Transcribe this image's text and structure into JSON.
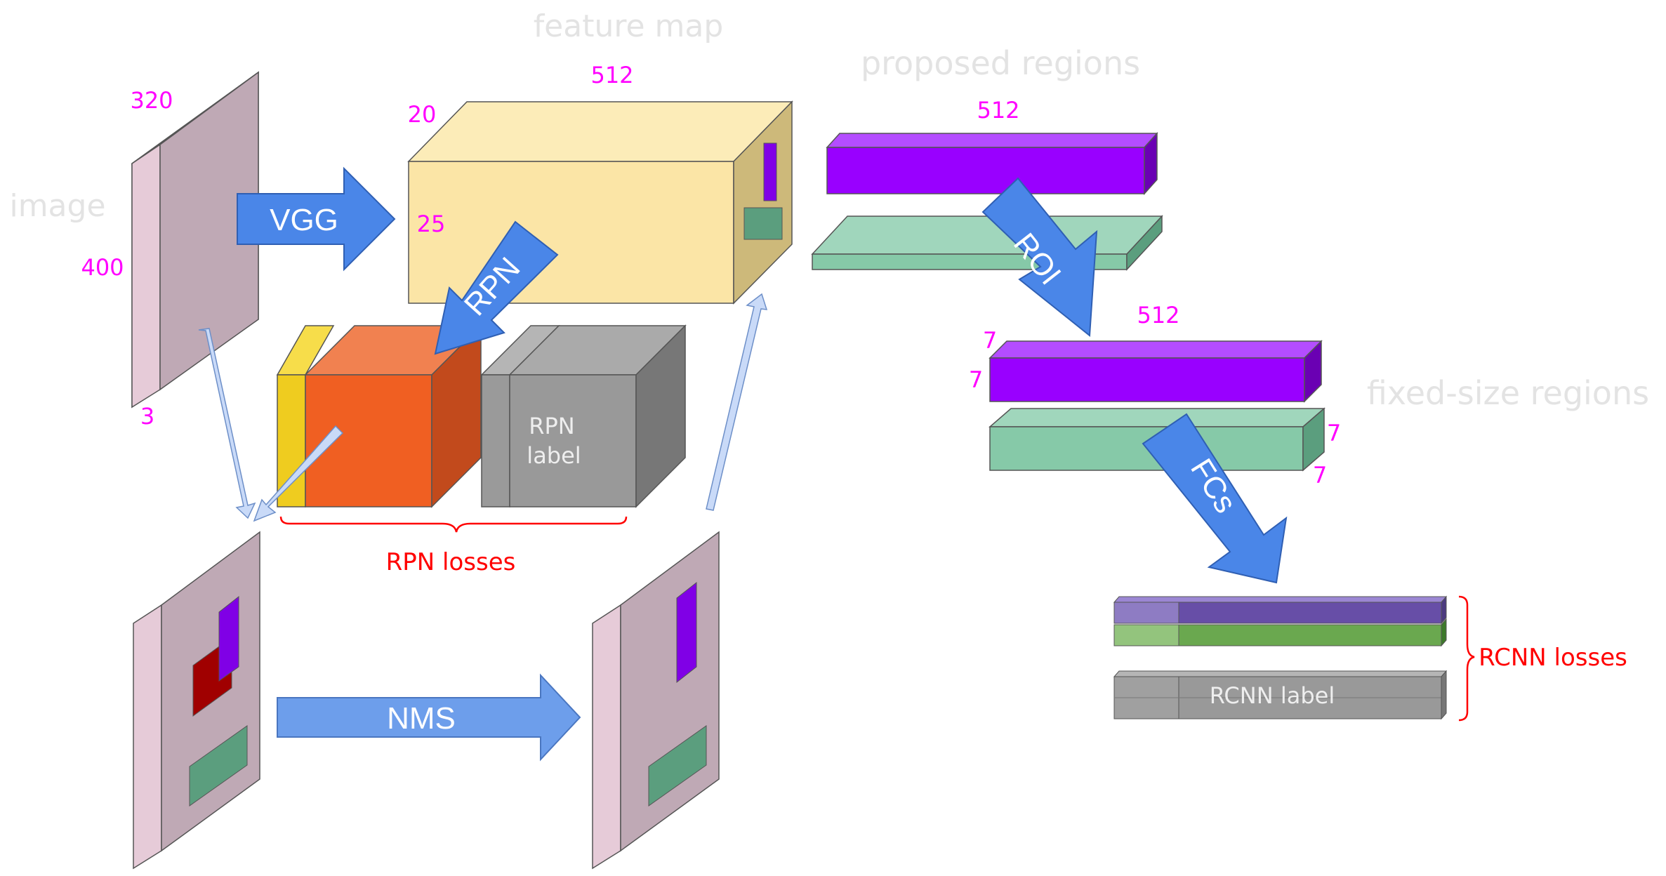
{
  "labels": {
    "feature_map": "feature map",
    "proposed_regions": "proposed regions",
    "image": "image",
    "fixed_size_regions": "fixed-size regions"
  },
  "dims": {
    "image_h": "320",
    "image_w": "400",
    "image_c": "3",
    "fm_c": "512",
    "fm_h": "20",
    "fm_w": "25",
    "prop_c": "512",
    "fixed_c": "512",
    "fixed_a": "7",
    "fixed_b": "7",
    "fixed_c2": "7",
    "fixed_d": "7"
  },
  "arrows": {
    "vgg": "VGG",
    "rpn": "RPN",
    "roi": "ROI",
    "fcs": "FCs",
    "nms": "NMS"
  },
  "blocks": {
    "rpn_label": [
      "RPN",
      "label"
    ],
    "rcnn_label": "RCNN label"
  },
  "losses": {
    "rpn": "RPN losses",
    "rcnn": "RCNN losses"
  },
  "colors": {
    "label_gray": "#e3e3e3",
    "dim_magenta": "#ff00ff",
    "loss_red": "#ff0000",
    "arrow_blue": "#4a86e8",
    "purple": "#9900ff",
    "green": "#86c9a8",
    "yellow_block": "#fbe5a6",
    "orange": "#f05f22",
    "gray_block": "#999999",
    "image_pink": "#ead1dc"
  }
}
